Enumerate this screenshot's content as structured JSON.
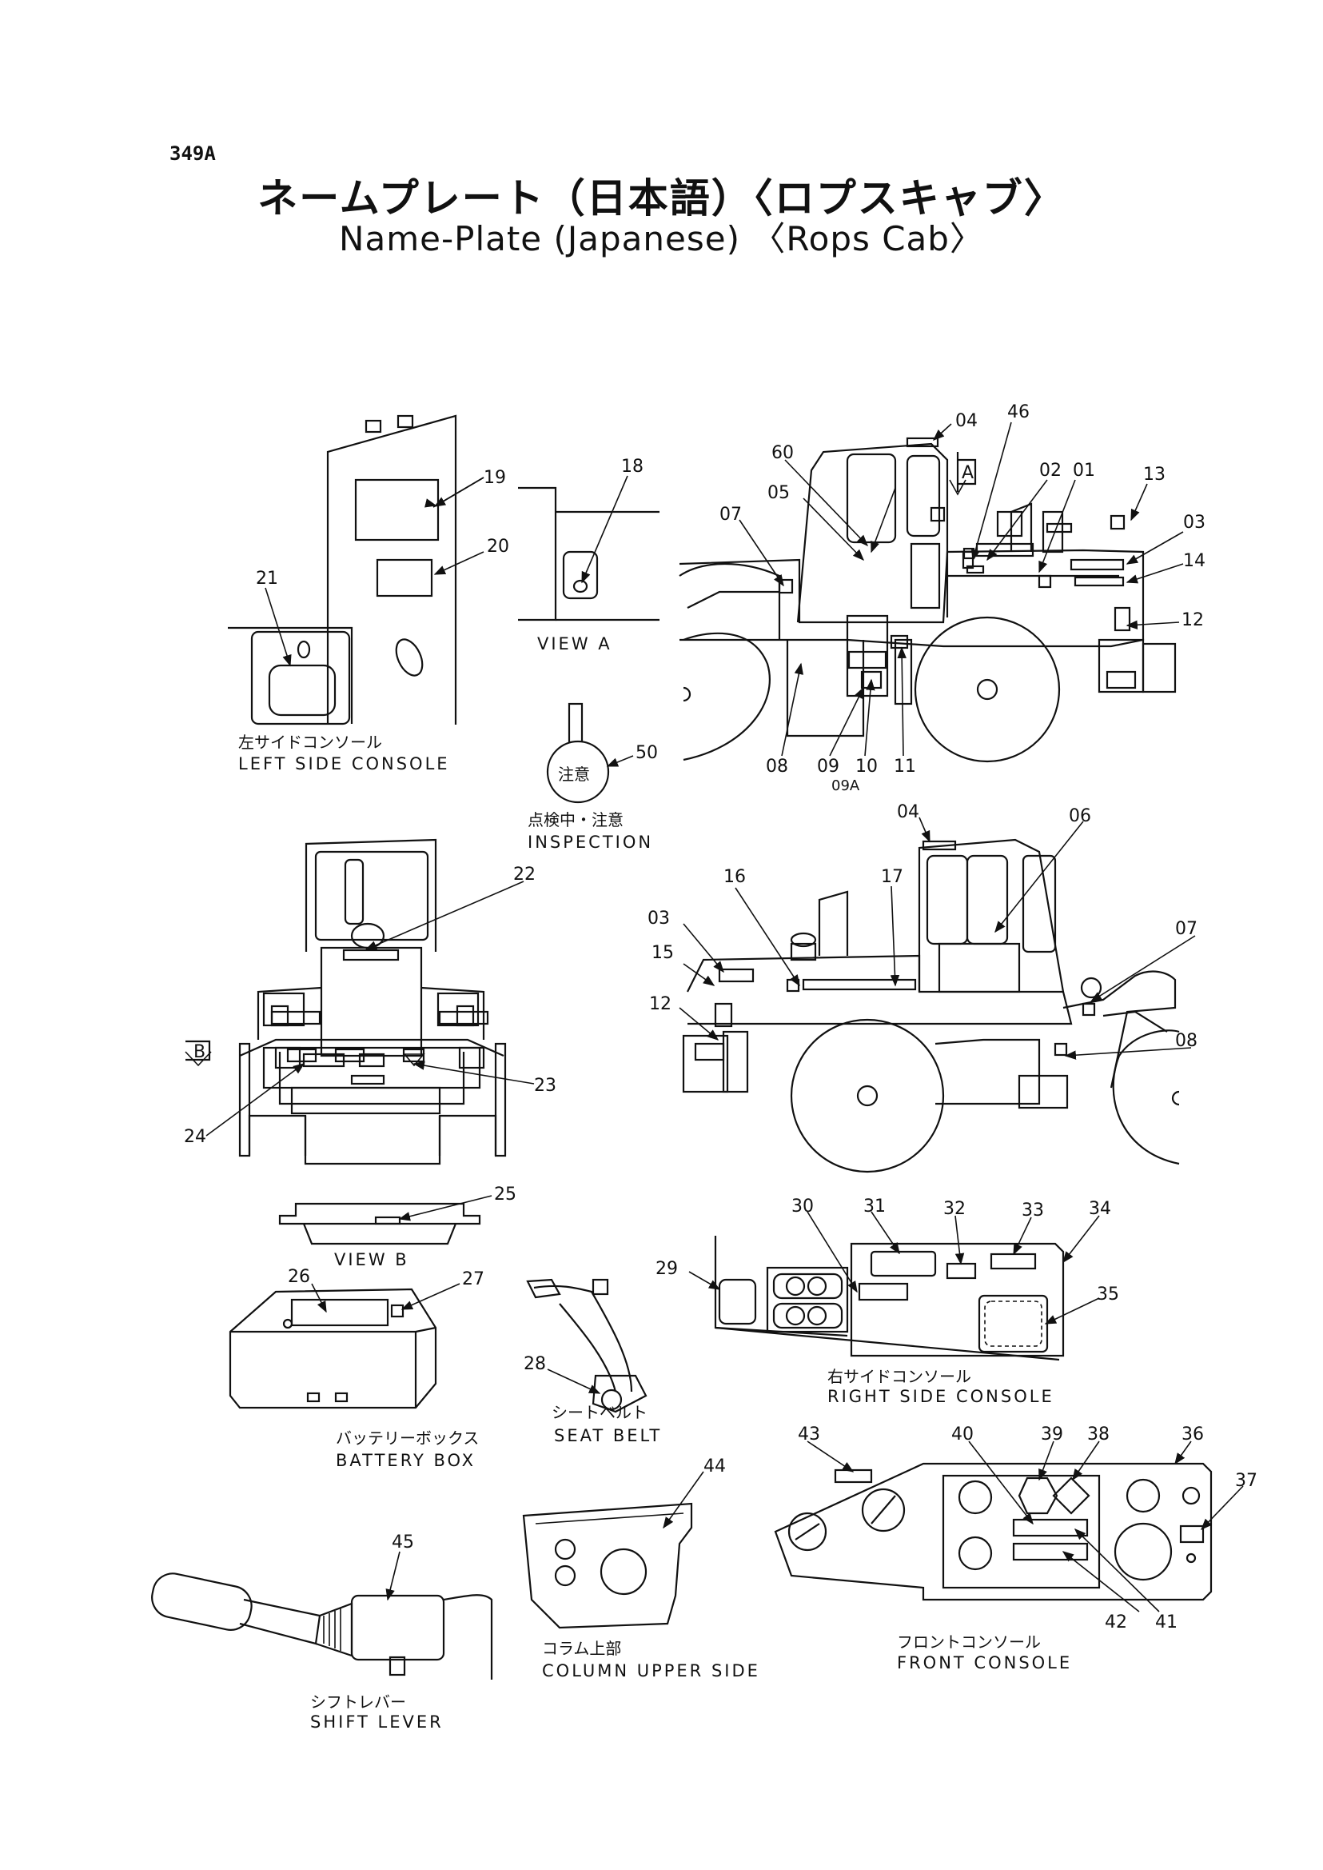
{
  "header": {
    "page_code": "349A",
    "title_jp": "ネームプレート（日本語）〈ロプスキャブ〉",
    "title_en": "Name-Plate (Japanese) 〈Rops Cab〉"
  },
  "views": {
    "left_side_console": {
      "jp": "左サイドコンソール",
      "en": "LEFT SIDE CONSOLE"
    },
    "view_a": {
      "en": "VIEW A",
      "marker": "A"
    },
    "inspection": {
      "jp": "点検中・注意",
      "en": "INSPECTION",
      "badge": "注意"
    },
    "view_b": {
      "en": "VIEW B",
      "marker": "B"
    },
    "battery_box": {
      "jp": "バッテリーボックス",
      "en": "BATTERY BOX"
    },
    "seat_belt": {
      "jp": "シートベルト",
      "en": "SEAT BELT"
    },
    "right_side_console": {
      "jp": "右サイドコンソール",
      "en": "RIGHT SIDE CONSOLE"
    },
    "column_upper_side": {
      "jp": "コラム上部",
      "en": "COLUMN UPPER SIDE"
    },
    "front_console": {
      "jp": "フロントコンソール",
      "en": "FRONT CONSOLE"
    },
    "shift_lever": {
      "jp": "シフトレバー",
      "en": "SHIFT LEVER"
    }
  },
  "callouts": {
    "c01": "01",
    "c02": "02",
    "c03a": "03",
    "c03b": "03",
    "c04a": "04",
    "c04b": "04",
    "c05": "05",
    "c06": "06",
    "c07a": "07",
    "c07b": "07",
    "c08a": "08",
    "c08b": "08",
    "c09": "09",
    "c09a": "09A",
    "c10": "10",
    "c11": "11",
    "c12a": "12",
    "c12b": "12",
    "c13": "13",
    "c14": "14",
    "c15": "15",
    "c16": "16",
    "c17": "17",
    "c18": "18",
    "c19": "19",
    "c20": "20",
    "c21": "21",
    "c22": "22",
    "c23": "23",
    "c24": "24",
    "c25": "25",
    "c26": "26",
    "c27": "27",
    "c28": "28",
    "c29": "29",
    "c30": "30",
    "c31": "31",
    "c32": "32",
    "c33": "33",
    "c34": "34",
    "c35": "35",
    "c36": "36",
    "c37": "37",
    "c38": "38",
    "c39": "39",
    "c40": "40",
    "c41": "41",
    "c42": "42",
    "c43": "43",
    "c44": "44",
    "c45": "45",
    "c46": "46",
    "c50": "50",
    "c60": "60"
  }
}
